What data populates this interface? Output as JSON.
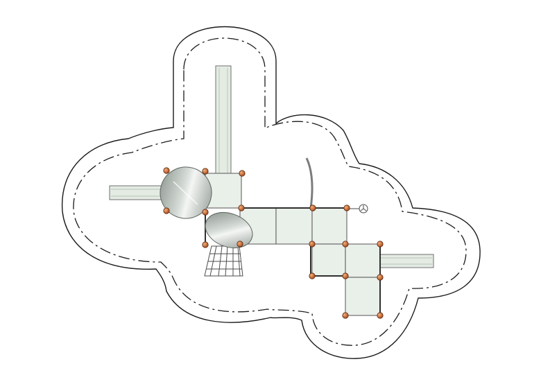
{
  "colors": {
    "background": "#ffffff",
    "outline": "#1a1a1a",
    "deck_fill": "#e9efe9",
    "deck_edge": "#6f6f6f",
    "slide_fill": "#e3ebe3",
    "dome_fill": "#9aa39c",
    "post_fill": "#c8612b",
    "post_edge": "#5a2a10"
  },
  "components": {
    "safety_zone": "safety-zone-outline",
    "use_zone": "use-zone-dashed-outline",
    "decks": "platform-deck",
    "slides": "slide",
    "roofs": "dome-roof",
    "posts": "support-post",
    "net": "climbing-net",
    "pole": "curved-pole",
    "compass": "orientation-marker"
  }
}
